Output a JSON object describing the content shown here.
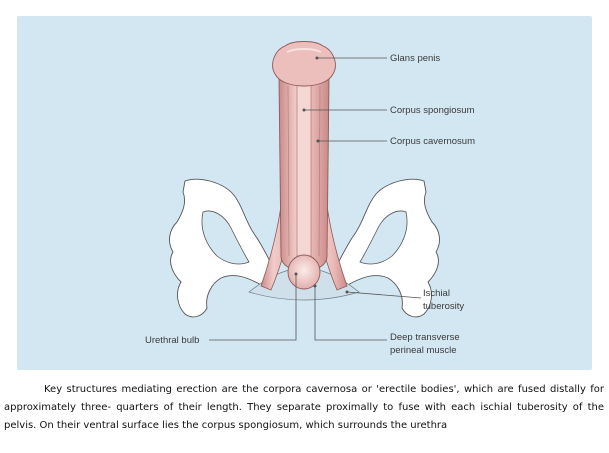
{
  "figure": {
    "labels": {
      "glans": "Glans penis",
      "spongiosum": "Corpus spongiosum",
      "cavernosum": "Corpus cavernosum",
      "ischial_line1": "Ischial",
      "ischial_line2": "tuberosity",
      "urethral_bulb": "Urethral bulb",
      "deep_line1": "Deep transverse",
      "deep_line2": "perineal muscle"
    },
    "colors": {
      "panel_bg": "#d3e7f2",
      "bone": "#ffffff",
      "tissue": "#e8b8b6",
      "tissue_dark": "#c98a88"
    }
  },
  "caption": "Key structures mediating erection are the corpora cavernosa or 'erectile bodies', which are fused distally for approximately three- quarters of their length. They separate proximally to fuse with each ischial tuberosity of the pelvis. On their ventral surface lies the corpus spongiosum, which surrounds the urethra"
}
